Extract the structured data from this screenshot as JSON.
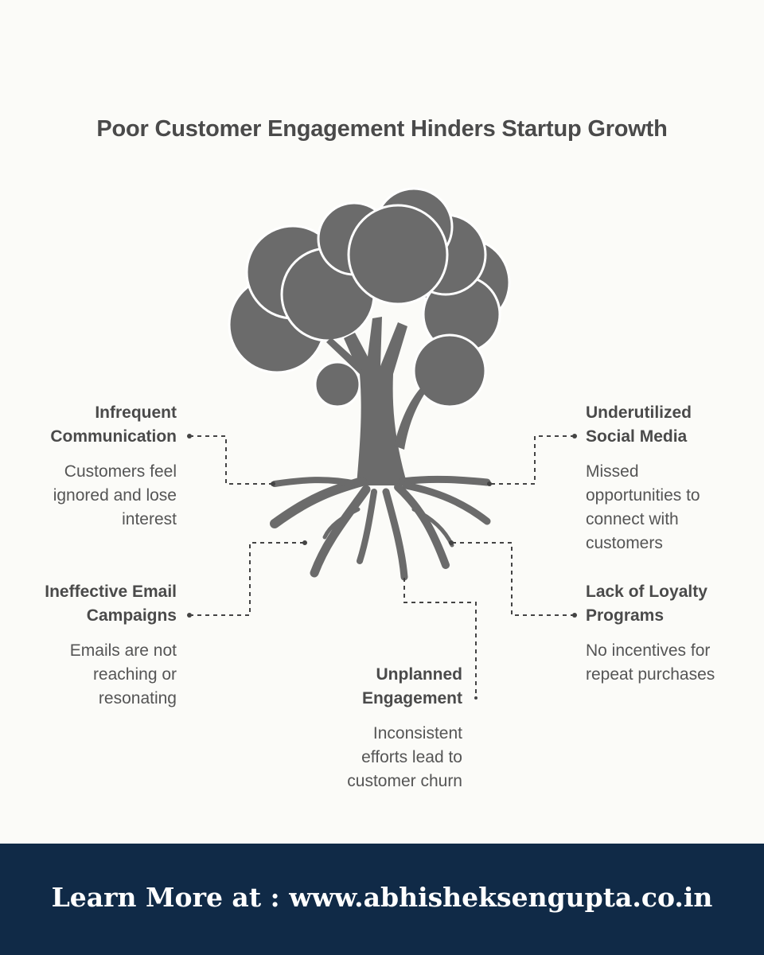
{
  "title": "Poor Customer Engagement Hinders Startup Growth",
  "colors": {
    "background": "#fbfbf8",
    "tree": "#6b6b6b",
    "text": "#555555",
    "footer_bg": "#102a47",
    "footer_text": "#ffffff"
  },
  "icons": [
    "tree-icon"
  ],
  "items": [
    {
      "heading_l1": "Infrequent",
      "heading_l2": "Communication",
      "desc_l1": "Customers feel",
      "desc_l2": "ignored and lose",
      "desc_l3": "interest"
    },
    {
      "heading_l1": "Underutilized",
      "heading_l2": "Social Media",
      "desc_l1": "Missed",
      "desc_l2": "opportunities to",
      "desc_l3": "connect with",
      "desc_l4": "customers"
    },
    {
      "heading_l1": "Ineffective Email",
      "heading_l2": "Campaigns",
      "desc_l1": "Emails are not",
      "desc_l2": "reaching or",
      "desc_l3": "resonating"
    },
    {
      "heading_l1": "Lack of Loyalty",
      "heading_l2": "Programs",
      "desc_l1": "No incentives for",
      "desc_l2": "repeat purchases"
    },
    {
      "heading_l1": "Unplanned",
      "heading_l2": "Engagement",
      "desc_l1": "Inconsistent",
      "desc_l2": "efforts lead to",
      "desc_l3": "customer churn"
    }
  ],
  "footer": {
    "text": "Learn More at : www.abhisheksengupta.co.in"
  }
}
